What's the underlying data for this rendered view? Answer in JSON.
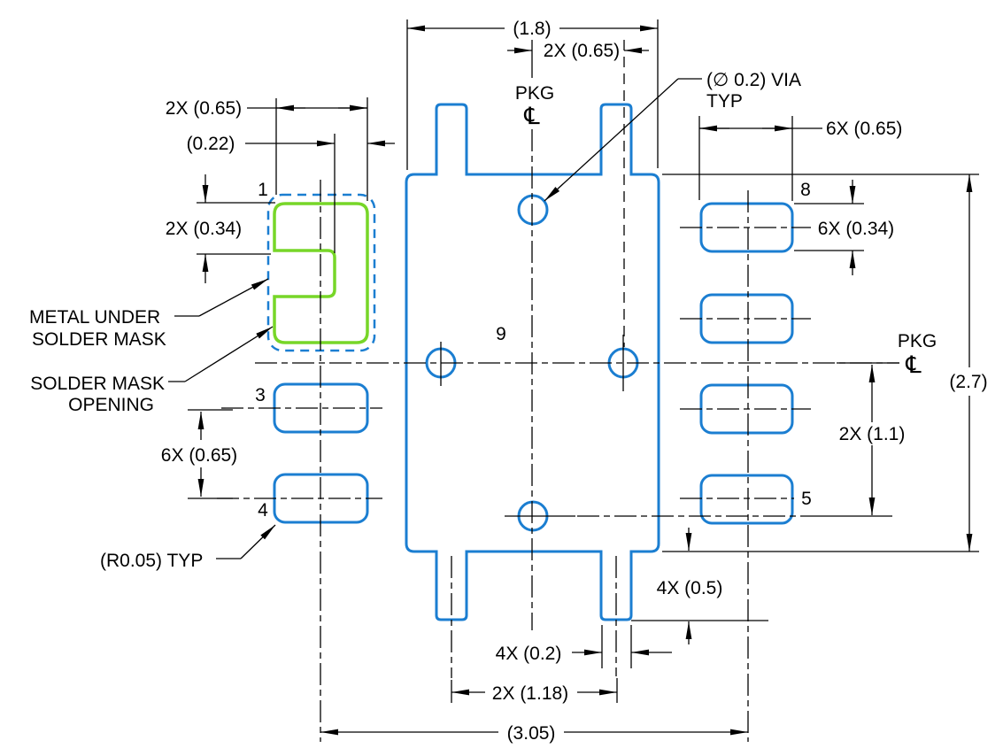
{
  "colors": {
    "pad_blue": "#1b7ed1",
    "metal_green": "#77d628",
    "line_black": "#000000",
    "background": "#ffffff"
  },
  "dims": {
    "d1_8": "(1.8)",
    "d2x065_top": "2X (0.65)",
    "d6x065_right": "6X (0.65)",
    "d6x034_right": "6X (0.34)",
    "d2_7": "(2.7)",
    "d2x1_1": "2X (1.1)",
    "d2x065_left": "2X (0.65)",
    "d0_22": "(0.22)",
    "d2x034_left": "2X (0.34)",
    "d6x065_left": "6X (0.65)",
    "d4x0_5": "4X (0.5)",
    "d4x0_2": "4X (0.2)",
    "d2x1_18": "2X (1.18)",
    "d3_05": "(3.05)",
    "r0_05_typ": "(R0.05) TYP"
  },
  "callouts": {
    "via_line1": "(∅ 0.2) VIA",
    "via_line2": "TYP",
    "metal_line1": "METAL UNDER",
    "metal_line2": "SOLDER MASK",
    "mask_line1": "SOLDER MASK",
    "mask_line2": "OPENING",
    "pkg": "PKG",
    "centerline_symbol": "℄"
  },
  "pins": {
    "p1": "1",
    "p3": "3",
    "p4": "4",
    "p5": "5",
    "p8": "8",
    "p9": "9"
  }
}
